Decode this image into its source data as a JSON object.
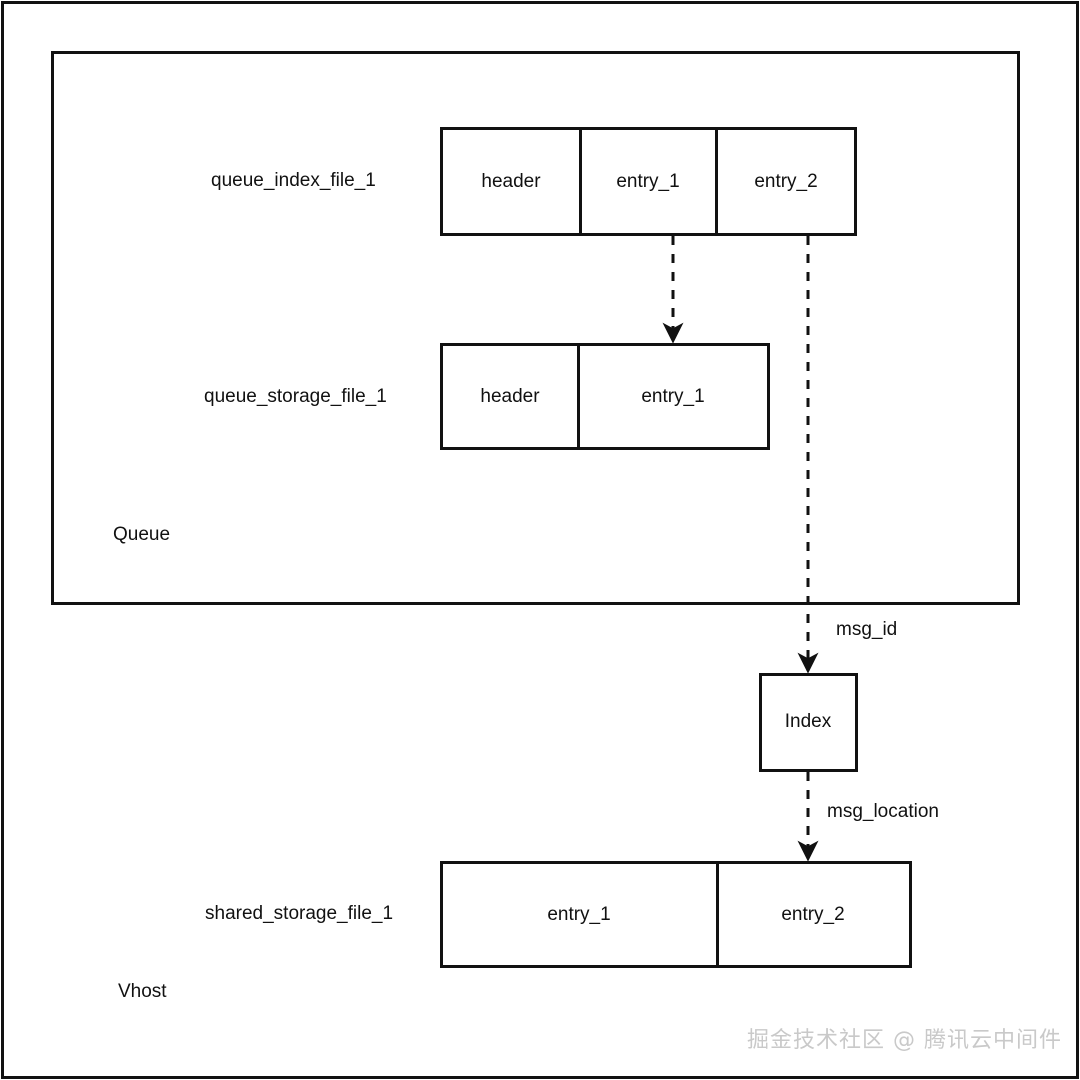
{
  "diagram": {
    "title_watermark": "掘金技术社区 @ 腾讯云中间件",
    "outer_frame": {
      "label": ""
    },
    "groups": [
      {
        "id": "queue",
        "label": "Queue"
      },
      {
        "id": "vhost",
        "label": "Vhost"
      }
    ],
    "rows": [
      {
        "id": "queue-index-file-1",
        "row_label": "queue_index_file_1",
        "cells": [
          {
            "label": "header"
          },
          {
            "label": "entry_1"
          },
          {
            "label": "entry_2"
          }
        ]
      },
      {
        "id": "queue-storage-file-1",
        "row_label": "queue_storage_file_1",
        "cells": [
          {
            "label": "header"
          },
          {
            "label": "entry_1"
          }
        ]
      },
      {
        "id": "shared-storage-file-1",
        "row_label": "shared_storage_file_1",
        "cells": [
          {
            "label": "entry_1"
          },
          {
            "label": "entry_2"
          }
        ]
      }
    ],
    "nodes": [
      {
        "id": "index",
        "label": "Index"
      }
    ],
    "edges": [
      {
        "id": "edge-entry1-to-storage",
        "label": "",
        "style": "dashed"
      },
      {
        "id": "edge-entry2-to-index",
        "label": "msg_id",
        "style": "dashed"
      },
      {
        "id": "edge-index-to-shared",
        "label": "msg_location",
        "style": "dashed"
      }
    ],
    "colors": {
      "stroke": "#111111",
      "background": "#ffffff",
      "watermark": "#c9c9c9"
    }
  }
}
